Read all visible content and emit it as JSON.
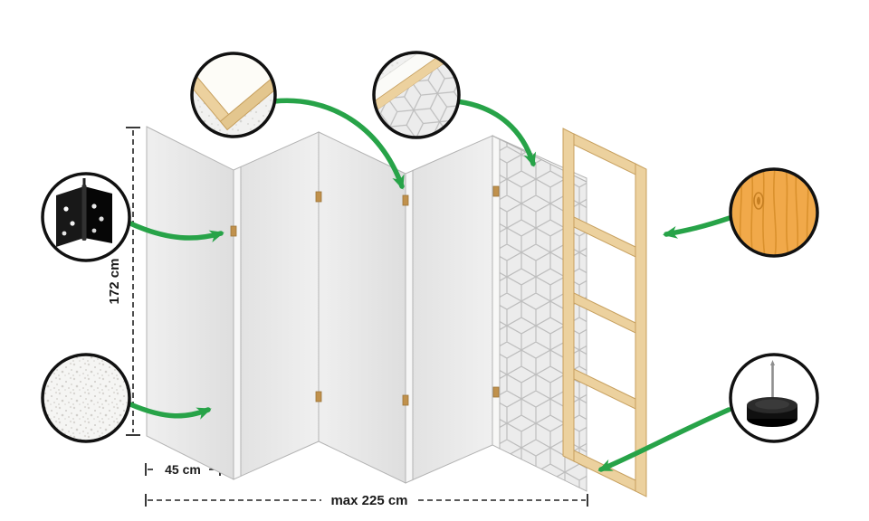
{
  "page": {
    "type": "product-construction-diagram",
    "subject": "five-panel folding room divider",
    "background": "#ffffff"
  },
  "labels": {
    "height": "172 cm",
    "panel_width": "45 cm",
    "max_width": "max 225 cm"
  },
  "callouts": {
    "frame_corner": "wooden-frame-corner-detail",
    "panel_edge": "decorative-panel-edge-detail",
    "hinge": "black-metal-hinge",
    "canvas": "white-canvas-texture",
    "wood": "natural-pine-wood-texture",
    "foot": "black-floor-pad-with-pin"
  },
  "colors": {
    "arrow_green": "#27a348",
    "panel_gray": "#e9e9e9",
    "pattern_line": "#bdbdbd",
    "frame_wood": "#ecd19e",
    "wood_texture": "#f1a94a",
    "outline": "#111111"
  }
}
